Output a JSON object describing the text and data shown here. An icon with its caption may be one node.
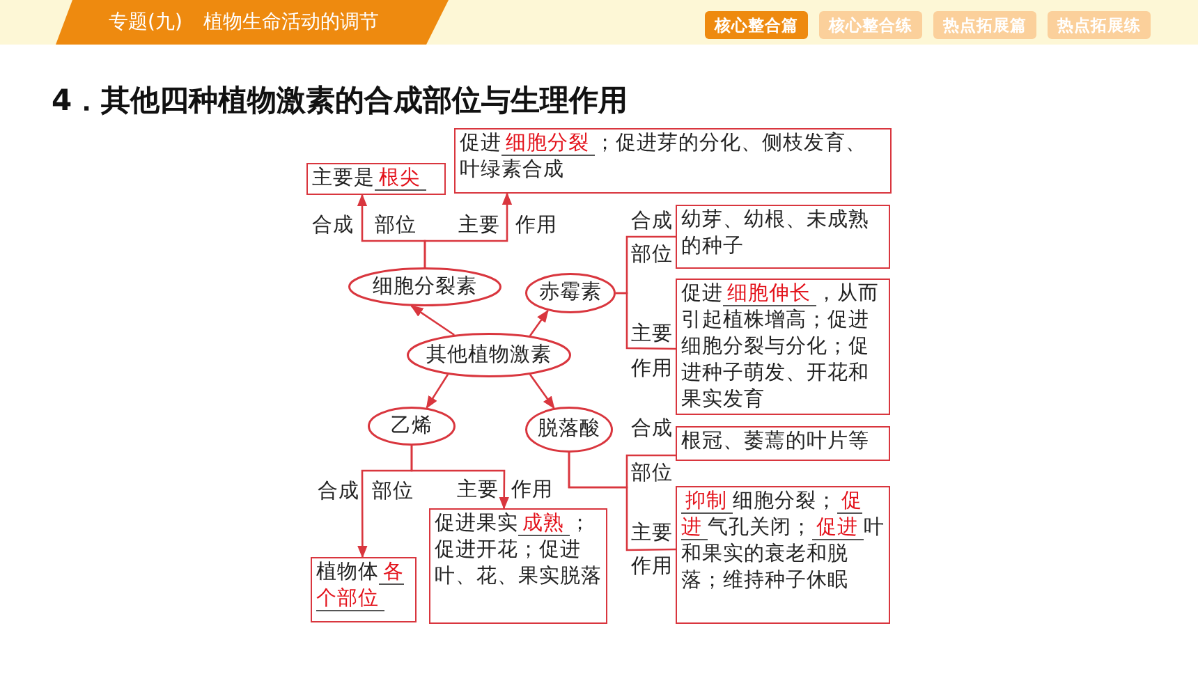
{
  "diagram": {
    "title": "4．其他四种植物激素的合成部位与生理作用",
    "nodes": [
      {
        "text": [
          "其他植物激素"
        ]
      },
      {
        "text": [
          "细胞分裂素"
        ]
      },
      {
        "text": [
          "赤霉素"
        ]
      },
      {
        "text": [
          "乙烯"
        ]
      },
      {
        "text": [
          "脱落酸"
        ]
      },
      {
        "text": [
          "主要是**根尖**"
        ]
      },
      {
        "text": [
          "促进**细胞分裂**；促进芽的分化、侧枝发育、叶绿素合成"
        ]
      },
      {
        "text": [
          "幼芽、幼根、未成熟的种子"
        ]
      },
      {
        "text": [
          "促进**细胞伸长**，从而引起植株增高；促进细胞分裂与分化；促进种子萌发、开花和果实发育"
        ]
      },
      {
        "text": [
          "根冠、萎蔫的叶片等"
        ]
      },
      {
        "text": [
          "**抑制**细胞分裂；**促进**气孔关闭；**促进**叶和果实的衰老和脱落；维持种子休眠"
        ]
      },
      {
        "text": [
          "植物体**各个部位**"
        ]
      },
      {
        "text": [
          "促进果实**成熟**；促进开花；促进叶、花、果实脱落"
        ]
      }
    ],
    "edges": [
      {
        "from": 0,
        "to": 1,
        "arrow": "to"
      },
      {
        "from": 0,
        "to": 2,
        "arrow": "to"
      },
      {
        "from": 0,
        "to": 3,
        "arrow": "to"
      },
      {
        "from": 0,
        "to": 4,
        "arrow": "to"
      },
      {
        "from": 1,
        "to": 5,
        "arrow": "to"
      },
      {
        "from": 1,
        "to": 6,
        "arrow": "to"
      },
      {
        "from": 2,
        "to": 7,
        "arrow": "none"
      },
      {
        "from": 2,
        "to": 8,
        "arrow": "none"
      },
      {
        "from": 3,
        "to": 11,
        "arrow": "to"
      },
      {
        "from": 3,
        "to": 12,
        "arrow": "to"
      },
      {
        "from": 4,
        "to": 9,
        "arrow": "none"
      },
      {
        "from": 4,
        "to": 10,
        "arrow": "none"
      }
    ],
    "labels": [
      "专题(九)",
      "植物生命活动的调节",
      "核心整合篇",
      "核心整合练",
      "热点拓展篇",
      "热点拓展练",
      "合成",
      "部位",
      "主要",
      "作用",
      "合成",
      "部位",
      "主要",
      "作用",
      "合成",
      "部位",
      "主要",
      "作用",
      "合成",
      "部位",
      "主要",
      "作用"
    ]
  }
}
